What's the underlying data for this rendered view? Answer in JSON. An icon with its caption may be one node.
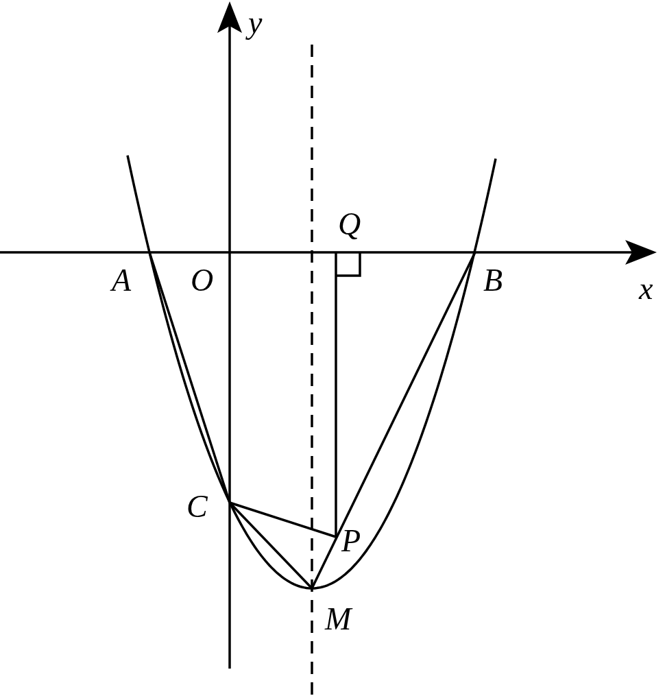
{
  "diagram": {
    "labels": [
      "y",
      "Q",
      "A",
      "O",
      "B",
      "x",
      "C",
      "P",
      "M"
    ]
  }
}
